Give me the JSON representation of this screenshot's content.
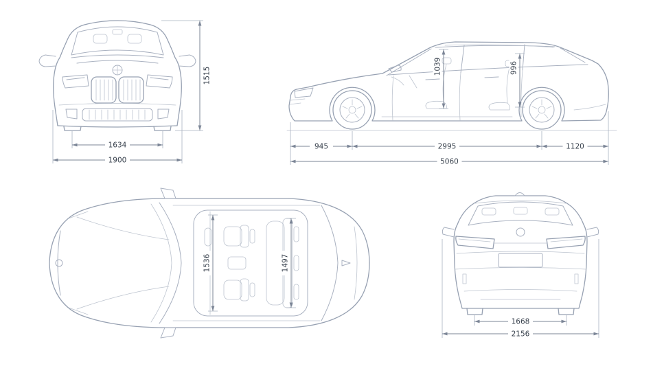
{
  "drawing": {
    "front": {
      "height": "1515",
      "track": "1634",
      "width": "1900"
    },
    "side": {
      "headroom_front": "1039",
      "headroom_rear": "996",
      "overhang_front": "945",
      "wheelbase": "2995",
      "overhang_rear": "1120",
      "length": "5060"
    },
    "top": {
      "interior_width_front": "1536",
      "interior_width_rear": "1497"
    },
    "rear": {
      "track": "1668",
      "width_mirrors": "2156"
    }
  },
  "colors": {
    "line": "#97a1b2",
    "detail": "#a9b1c0",
    "light": "#bdc4cf",
    "dim": "#7b8596",
    "text": "#37404c",
    "background": "#ffffff"
  }
}
